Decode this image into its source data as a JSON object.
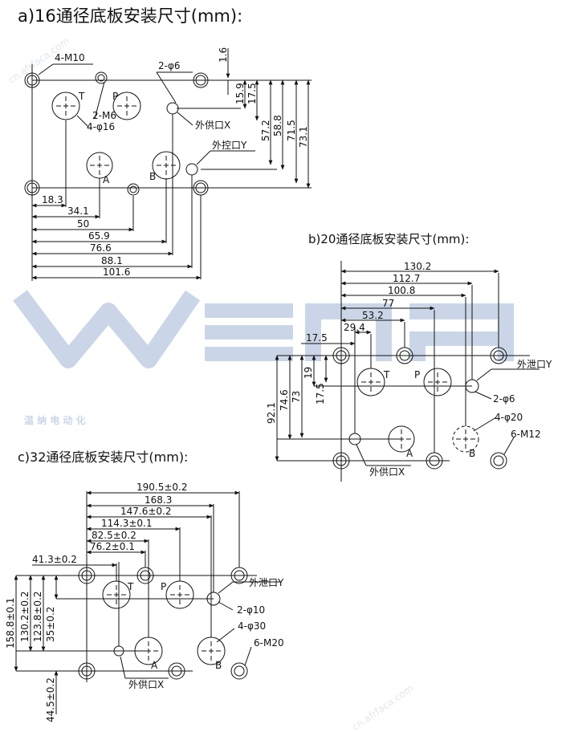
{
  "titles": {
    "a": "a)16通径底板安装尺寸(mm):",
    "b": "b)20通径底板安装尺寸(mm):",
    "c": "c)32通径底板安装尺寸(mm):"
  },
  "watermark": {
    "latin": "wena",
    "chinese": "温 纳 电 动 化",
    "site": "cn.afrfaca.com",
    "color": "#9fb5d3"
  },
  "diagram_a": {
    "labels": {
      "holes_m10": "4-M10",
      "holes_phi6": "2-φ6",
      "holes_m6": "2-M6",
      "holes_phi16": "4-φ16",
      "port_x": "外供口X",
      "port_y": "外控口Y",
      "T": "T",
      "P": "P",
      "A": "A",
      "B": "B"
    },
    "dims": {
      "d1_6": "1.6",
      "d15_9": "15.9",
      "d17_5": "17.5",
      "d57_2": "57.2",
      "d58_8": "58.8",
      "d71_5": "71.5",
      "d73_1": "73.1",
      "d18_3": "18.3",
      "d34_1": "34.1",
      "d50": "50",
      "d65_9": "65.9",
      "d76_6": "76.6",
      "d88_1": "88.1",
      "d101_6": "101.6"
    }
  },
  "diagram_b": {
    "labels": {
      "port_y": "外泄口Y",
      "holes_phi6": "2-φ6",
      "holes_phi20": "4-φ20",
      "holes_m12": "6-M12",
      "port_x": "外供口X",
      "T": "T",
      "P": "P",
      "A": "A",
      "B": "B"
    },
    "dims": {
      "d130_2": "130.2",
      "d112_7": "112.7",
      "d100_8": "100.8",
      "d77": "77",
      "d53_2": "53.2",
      "d29_4": "29.4",
      "d17_5": "17.5",
      "v92_1": "92.1",
      "v74_6": "74.6",
      "v73": "73",
      "v19": "19",
      "v17_5": "17.5"
    }
  },
  "diagram_c": {
    "labels": {
      "port_y": "外泄口Y",
      "holes_phi10": "2-φ10",
      "holes_phi30": "4-φ30",
      "holes_m20": "6-M20",
      "port_x": "外供口X",
      "T": "T",
      "P": "P",
      "A": "A",
      "B": "B"
    },
    "dims": {
      "d190_5": "190.5±0.2",
      "d168_3": "168.3",
      "d147_6": "147.6±0.2",
      "d114_3": "114.3±0.1",
      "d82_5": "82.5±0.2",
      "d76_2": "76.2±0.1",
      "d41_3": "41.3±0.2",
      "v158_8": "158.8±0.1",
      "v130_2": "130.2±0.2",
      "v123_8": "123.8±0.2",
      "v35": "35±0.2",
      "v44_5": "44.5±0.2"
    }
  }
}
